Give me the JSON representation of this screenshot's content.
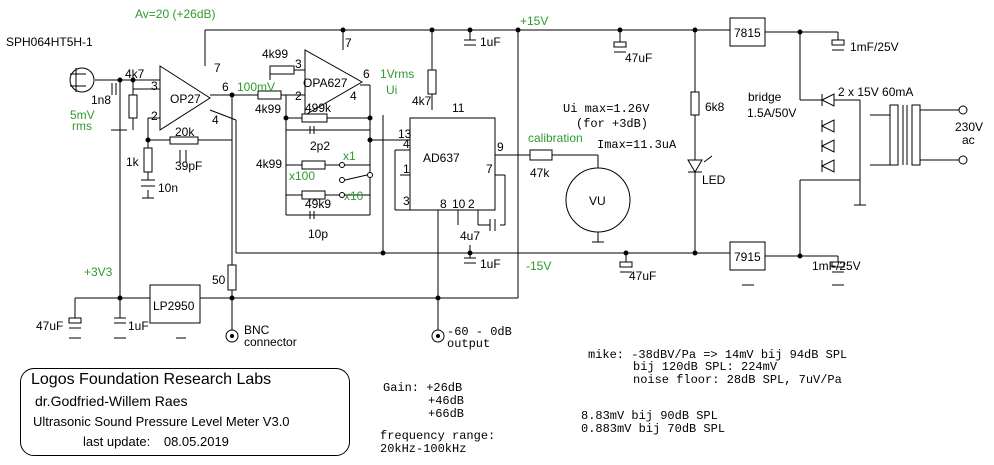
{
  "part_number": "SPH064HT5H-1",
  "gain_note": "Av=20 (+26dB)",
  "mic_level": [
    "5mV",
    "rms"
  ],
  "rail_pos": "+15V",
  "rail_neg": "-15V",
  "rail_3v3": "+3V3",
  "stage1_level": "100mV",
  "rms_level": "1Vrms",
  "ui_label": "Ui",
  "ic": {
    "op1": "OP27",
    "op2": "OPA627",
    "rms": "AD637",
    "ldo": "LP2950",
    "reg_pos": "7815",
    "reg_neg": "7915"
  },
  "pins": {
    "op1": [
      "3",
      "2",
      "7",
      "6",
      "4"
    ],
    "op2": [
      "3",
      "2",
      "7",
      "6",
      "4"
    ],
    "rms": [
      "13",
      "4",
      "1",
      "3",
      "8",
      "10",
      "9",
      "7",
      "11",
      "2"
    ]
  },
  "components": {
    "r_4k7_in": "4k7",
    "c_1n8": "1n8",
    "r_1k": "1k",
    "c_10n": "10n",
    "r_20k": "20k",
    "c_39p": "39pF",
    "r_4k99_a": "4k99",
    "r_4k99_b": "4k99",
    "r_4k99_c": "4k99",
    "r_499k": "499k",
    "c_2p2": "2p2",
    "r_49k9": "49k9",
    "c_10p": "10p",
    "r_4k7_rms": "4k7",
    "c_4u7": "4u7",
    "r_47k": "47k",
    "r_6k8": "6k8",
    "r_50": "50",
    "c_1uF_top": "1uF",
    "c_47uF_top": "47uF",
    "c_1uF_bot": "1uF",
    "c_47uF_bot": "47uF",
    "c_47uF_ldo": "47uF",
    "c_1uF_ldo": "1uF",
    "c_1mF_top": "1mF/25V",
    "c_1mF_bot": "1mF/25V"
  },
  "range_labels": {
    "x1": "x1",
    "x100": "x100",
    "x10": "x10"
  },
  "calibration": "calibration",
  "meter": "VU",
  "led": "LED",
  "ui_max": [
    "Ui max=1.26V",
    "(for +3dB)",
    "Imax=11.3uA"
  ],
  "bridge": [
    "bridge",
    "1.5A/50V"
  ],
  "transformer": "2 x 15V 60mA",
  "mains": [
    "230V",
    "ac"
  ],
  "bnc": [
    "BNC",
    "connector"
  ],
  "output": [
    "-60 - 0dB",
    "output"
  ],
  "mike_notes": [
    "mike: -38dBV/Pa => 14mV bij 94dB SPL",
    "bij 120dB SPL: 224mV",
    "noise floor: 28dB SPL, 7uV/Pa",
    "8.83mV bij 90dB SPL",
    "0.883mV bij 70dB SPL"
  ],
  "gain_table": [
    "Gain: +26dB",
    "+46dB",
    "+66dB"
  ],
  "freq_range": [
    "frequency range:",
    "20kHz-100kHz"
  ],
  "title_block": {
    "org": "Logos Foundation Research Labs",
    "author": "dr.Godfried-Willem Raes",
    "project": "Ultrasonic Sound Pressure Level Meter",
    "version": "V3.0",
    "update_label": "last update:",
    "update_date": "08.05.2019"
  }
}
